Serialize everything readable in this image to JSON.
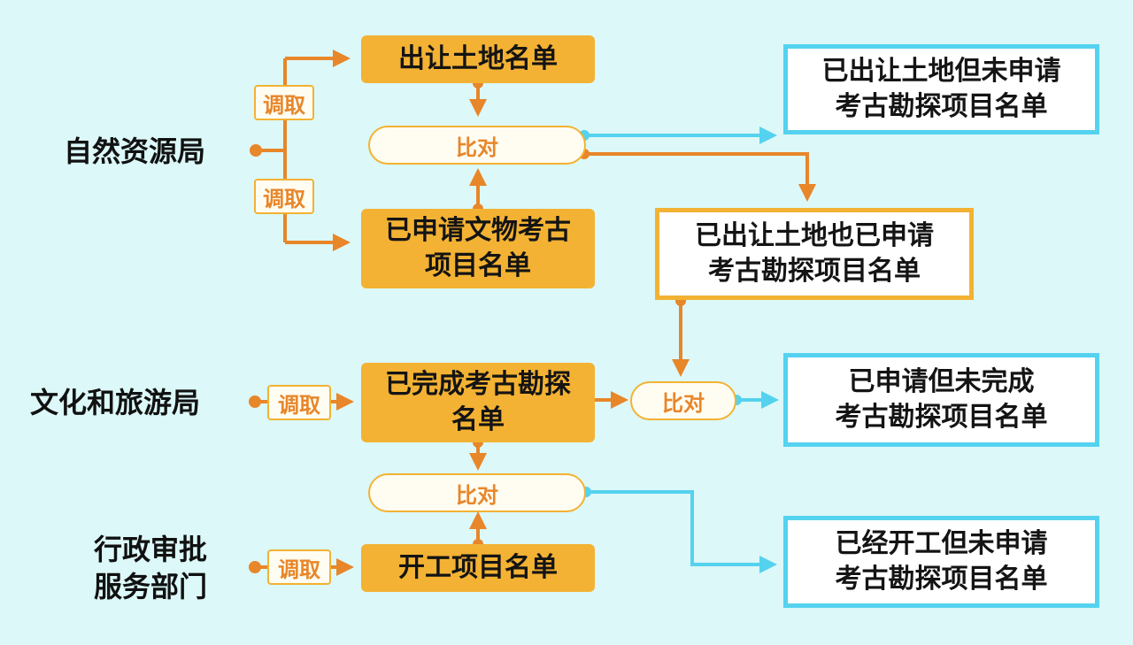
{
  "agencies": {
    "natural_resources": "自然资源局",
    "culture_tourism": "文化和旅游局",
    "admin_approval": "行政审批\n服务部门"
  },
  "actions": {
    "retrieve": "调取",
    "compare": "比对"
  },
  "lists": {
    "transferred_land": "出让土地名单",
    "applied_relic_projects": "已申请文物考古\n项目名单",
    "completed_survey": "已完成考古勘探\n名单",
    "started_projects": "开工项目名单"
  },
  "results": {
    "transferred_not_applied": "已出让土地但未申请\n考古勘探项目名单",
    "transferred_and_applied": "已出让土地也已申请\n考古勘探项目名单",
    "applied_not_completed": "已申请但未完成\n考古勘探项目名单",
    "started_not_applied": "已经开工但未申请\n考古勘探项目名单"
  },
  "colors": {
    "background": "#dcf8f8",
    "orange": "#f3b233",
    "orange_line": "#e8862a",
    "blue": "#54d2ef"
  }
}
